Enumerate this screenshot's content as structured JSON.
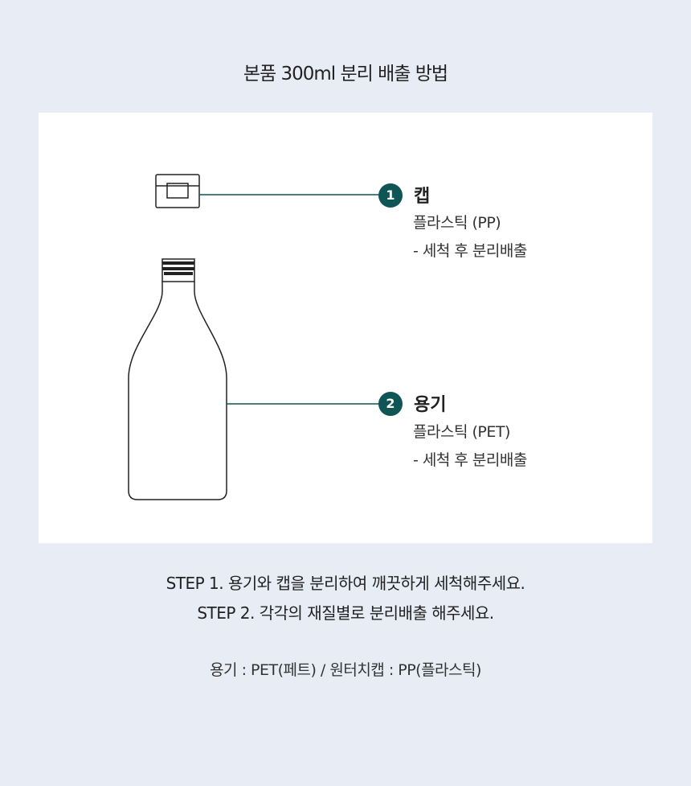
{
  "title": "본품 300ml 분리 배출 방법",
  "parts": [
    {
      "number": "1",
      "name": "캡",
      "material": "플라스틱 (PP)",
      "instruction": "- 세척 후 분리배출"
    },
    {
      "number": "2",
      "name": "용기",
      "material": "플라스틱 (PET)",
      "instruction": "- 세척 후 분리배출"
    }
  ],
  "steps": [
    "STEP 1. 용기와 캡을 분리하여 깨끗하게 세척해주세요.",
    "STEP 2. 각각의 재질별로 분리배출 해주세요."
  ],
  "materials_note": "용기 : PET(페트) / 원터치캡 : PP(플라스틱)",
  "colors": {
    "accent": "#0f5556",
    "background": "#e8ecf4"
  }
}
